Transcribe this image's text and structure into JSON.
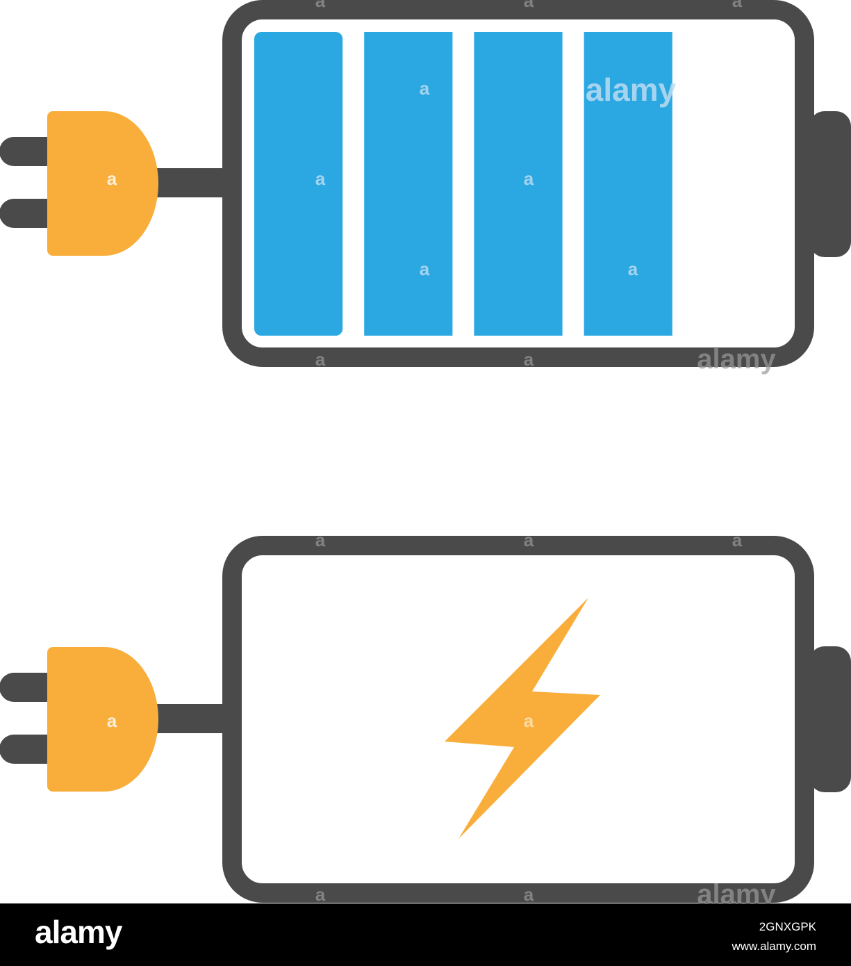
{
  "colors": {
    "outline": "#4a4a4a",
    "charge_fill": "#2ba8e2",
    "plug": "#f9ae3b",
    "bolt": "#f9ae3b",
    "background": "#ffffff",
    "footer_bg": "#000000",
    "footer_text": "#ffffff"
  },
  "icons": {
    "top": "full-battery-with-plug-icon",
    "bottom": "charging-battery-with-plug-icon",
    "bolt": "lightning-bolt-icon"
  },
  "battery_full": {
    "charge_level": 0.8,
    "filled_segments": 4,
    "total_segments": 5
  },
  "battery_charging": {
    "charge_level": 0
  },
  "watermark": {
    "mark": "a",
    "brand": "alamy"
  },
  "footer": {
    "logo": "alamy",
    "image_id": "2GNXGPK",
    "url": "www.alamy.com"
  }
}
